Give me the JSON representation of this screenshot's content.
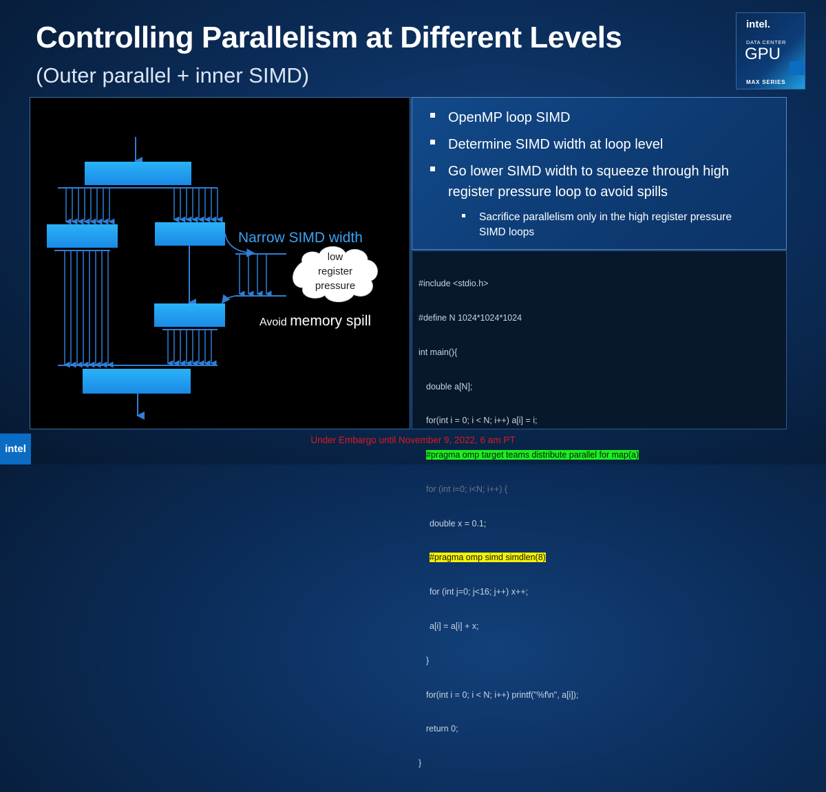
{
  "slide": {
    "title": "Controlling Parallelism at Different Levels",
    "subtitle": "(Outer parallel + inner SIMD)"
  },
  "badge": {
    "brand": "intel.",
    "line1": "DATA CENTER",
    "line2": "GPU",
    "line3": "MAX SERIES"
  },
  "diagram": {
    "label_narrow": "Narrow SIMD width",
    "cloud_line1": "low",
    "cloud_line2": "register",
    "cloud_line3": "pressure",
    "avoid_prefix": "Avoid ",
    "avoid_emph": "memory spill"
  },
  "bullets": [
    {
      "text": "OpenMP loop SIMD"
    },
    {
      "text": "Determine SIMD width at loop level"
    },
    {
      "text": "Go lower SIMD width to squeeze through high register pressure loop to avoid spills"
    }
  ],
  "sub_bullet": "Sacrifice parallelism only in the high register pressure SIMD loops",
  "code": {
    "l1": "#include <stdio.h>",
    "l2": "#define N 1024*1024*1024",
    "l3": "int main(){",
    "l4": "double a[N];",
    "l5": "for(int i = 0; i < N; i++) a[i] = i;",
    "l6": "#pragma omp target teams distribute parallel for map(a)",
    "l7": "for (int i=0; i<N; i++) {",
    "l8": "double x = 0.1;",
    "l9": "#pragma omp simd simdlen(8)",
    "l10": "for (int j=0; j<16; j++) x++;",
    "l11": "a[i] = a[i] + x;",
    "l12": "}",
    "l13": "for(int i = 0; i < N; i++) printf(\"%f\\n\", a[i]);",
    "l14": "return 0;",
    "l15": "}"
  },
  "footer": {
    "embargo": "Under Embargo until November 9, 2022, 6 am PT",
    "corner_logo": "intel"
  },
  "colors": {
    "block_blue": "#1ea0f0",
    "arrow_blue": "#2f7fd6",
    "highlight_green": "#19f01e",
    "highlight_yellow": "#f2f20a",
    "embargo_red": "#e0181e"
  }
}
